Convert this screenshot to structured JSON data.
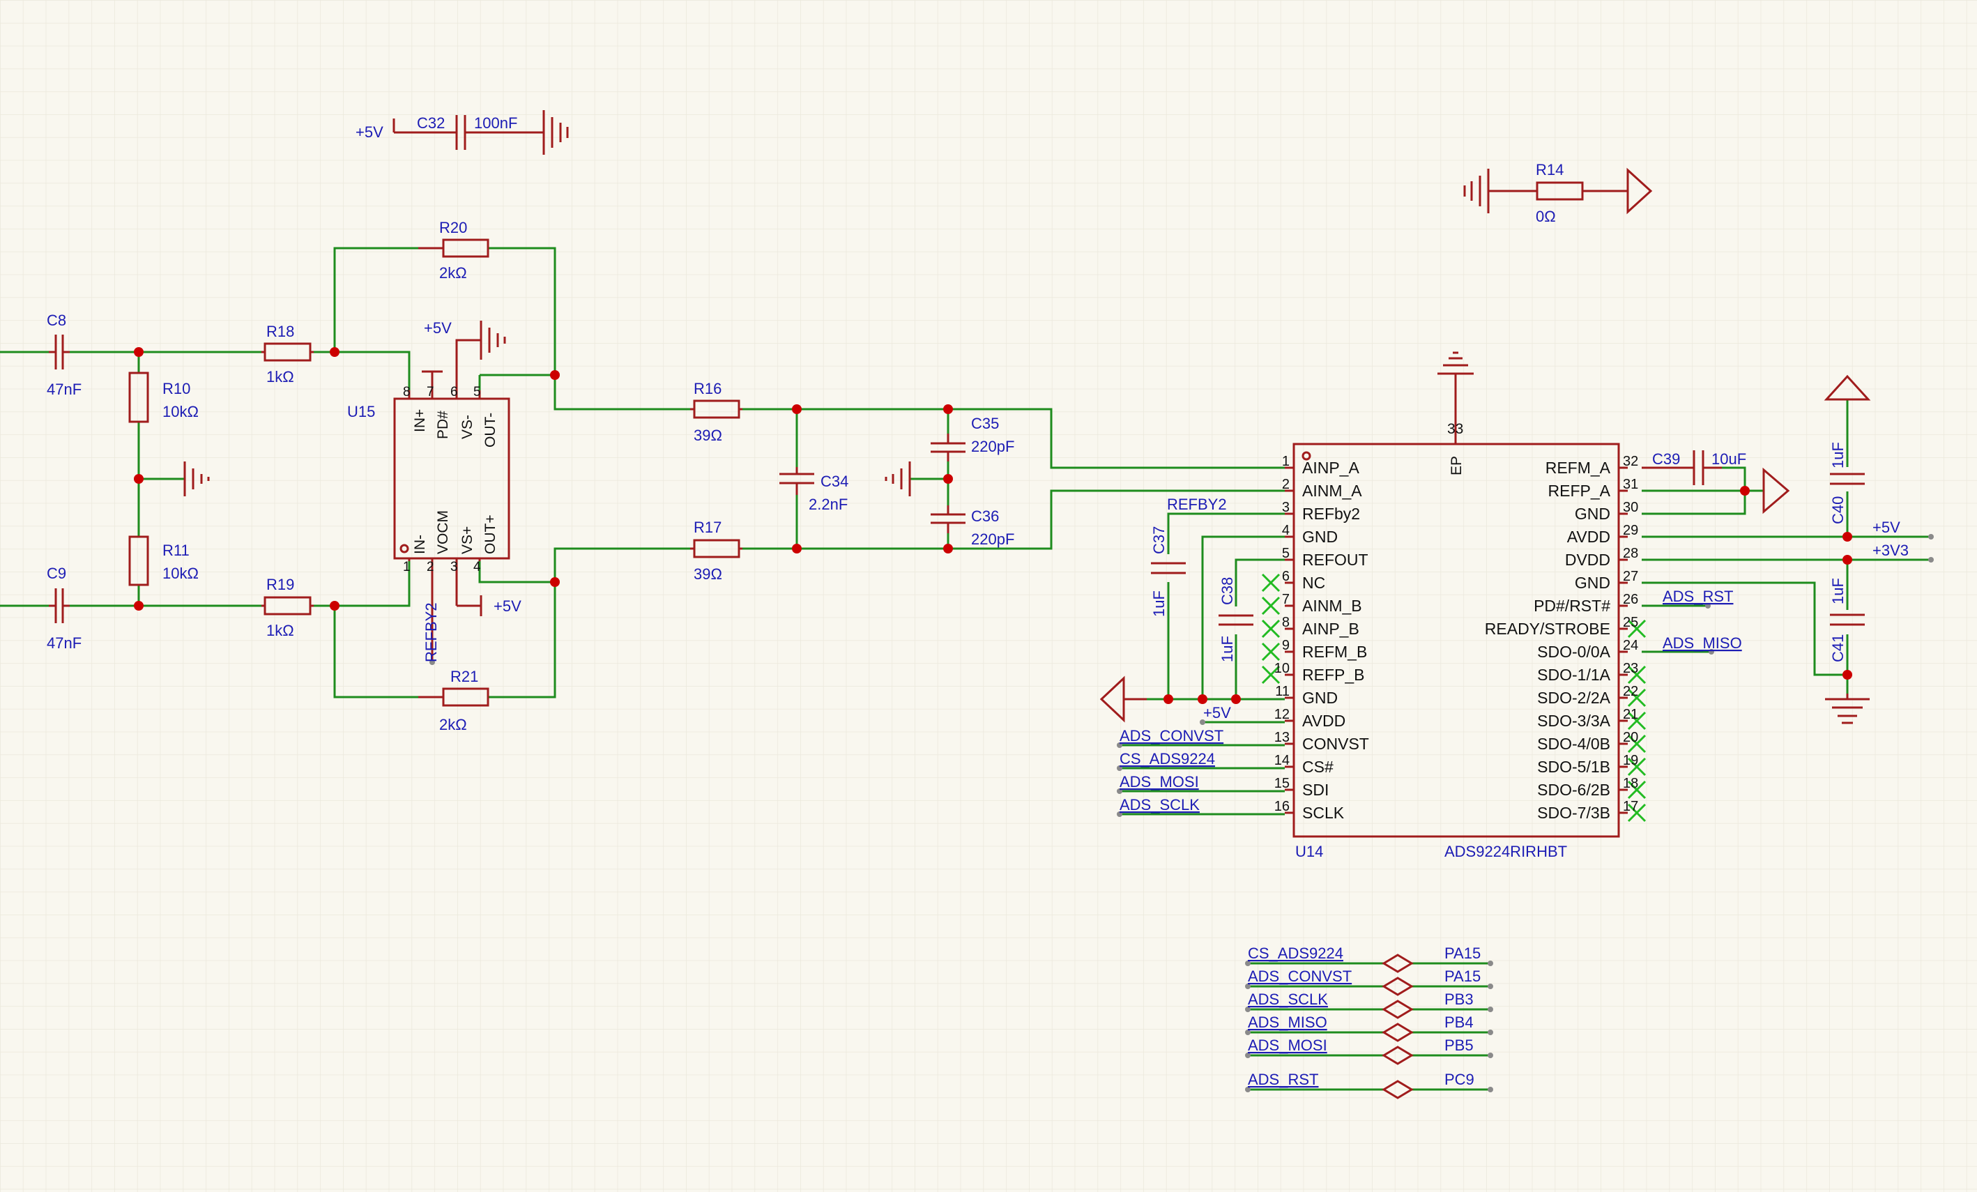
{
  "power_labels": {
    "c32_supply": "+5V",
    "u15_pin7_supply": "+5V",
    "u15_pin3_supply": "+5V",
    "u14_avdd_supply": "+5V",
    "rail_5v": "+5V",
    "rail_3v3": "+3V3"
  },
  "components": {
    "C8": {
      "ref": "C8",
      "value": "47nF"
    },
    "C9": {
      "ref": "C9",
      "value": "47nF"
    },
    "R10": {
      "ref": "R10",
      "value": "10kΩ"
    },
    "R11": {
      "ref": "R11",
      "value": "10kΩ"
    },
    "R18": {
      "ref": "R18",
      "value": "1kΩ"
    },
    "R19": {
      "ref": "R19",
      "value": "1kΩ"
    },
    "R20": {
      "ref": "R20",
      "value": "2kΩ"
    },
    "R21": {
      "ref": "R21",
      "value": "2kΩ"
    },
    "R16": {
      "ref": "R16",
      "value": "39Ω"
    },
    "R17": {
      "ref": "R17",
      "value": "39Ω"
    },
    "C34": {
      "ref": "C34",
      "value": "2.2nF"
    },
    "C35": {
      "ref": "C35",
      "value": "220pF"
    },
    "C36": {
      "ref": "C36",
      "value": "220pF"
    },
    "C32": {
      "ref": "C32",
      "value": "100nF"
    },
    "R14": {
      "ref": "R14",
      "value": "0Ω"
    },
    "C37": {
      "ref": "C37",
      "value": "1uF"
    },
    "C38": {
      "ref": "C38",
      "value": "1uF"
    },
    "C39": {
      "ref": "C39",
      "value": "10uF"
    },
    "C40": {
      "ref": "C40",
      "value": "1uF"
    },
    "C41": {
      "ref": "C41",
      "value": "1uF"
    }
  },
  "u15": {
    "ref": "U15",
    "pins_top": [
      {
        "num": "8",
        "name": "IN+"
      },
      {
        "num": "7",
        "name": "PD#"
      },
      {
        "num": "6",
        "name": "VS-"
      },
      {
        "num": "5",
        "name": "OUT-"
      }
    ],
    "pins_bottom": [
      {
        "num": "1",
        "name": "IN-"
      },
      {
        "num": "2",
        "name": "VOCM"
      },
      {
        "num": "3",
        "name": "VS+"
      },
      {
        "num": "4",
        "name": "OUT+"
      }
    ]
  },
  "u14": {
    "ref": "U14",
    "part": "ADS9224RIRHBT",
    "ep_num": "33",
    "ep_name": "EP",
    "left_pins": [
      {
        "num": "1",
        "name": "AINP_A"
      },
      {
        "num": "2",
        "name": "AINM_A"
      },
      {
        "num": "3",
        "name": "REFby2"
      },
      {
        "num": "4",
        "name": "GND"
      },
      {
        "num": "5",
        "name": "REFOUT"
      },
      {
        "num": "6",
        "name": "NC"
      },
      {
        "num": "7",
        "name": "AINM_B"
      },
      {
        "num": "8",
        "name": "AINP_B"
      },
      {
        "num": "9",
        "name": "REFM_B"
      },
      {
        "num": "10",
        "name": "REFP_B"
      },
      {
        "num": "11",
        "name": "GND"
      },
      {
        "num": "12",
        "name": "AVDD"
      },
      {
        "num": "13",
        "name": "CONVST"
      },
      {
        "num": "14",
        "name": "CS#"
      },
      {
        "num": "15",
        "name": "SDI"
      },
      {
        "num": "16",
        "name": "SCLK"
      }
    ],
    "right_pins": [
      {
        "num": "32",
        "name": "REFM_A"
      },
      {
        "num": "31",
        "name": "REFP_A"
      },
      {
        "num": "30",
        "name": "GND"
      },
      {
        "num": "29",
        "name": "AVDD"
      },
      {
        "num": "28",
        "name": "DVDD"
      },
      {
        "num": "27",
        "name": "GND"
      },
      {
        "num": "26",
        "name": "PD#/RST#"
      },
      {
        "num": "25",
        "name": "READY/STROBE"
      },
      {
        "num": "24",
        "name": "SDO-0/0A"
      },
      {
        "num": "23",
        "name": "SDO-1/1A"
      },
      {
        "num": "22",
        "name": "SDO-2/2A"
      },
      {
        "num": "21",
        "name": "SDO-3/3A"
      },
      {
        "num": "20",
        "name": "SDO-4/0B"
      },
      {
        "num": "19",
        "name": "SDO-5/1B"
      },
      {
        "num": "18",
        "name": "SDO-6/2B"
      },
      {
        "num": "17",
        "name": "SDO-7/3B"
      }
    ]
  },
  "net_labels": {
    "refby2_vertical": "REFBY2",
    "refby2_wire": "REFBY2",
    "ads_convst": "ADS_CONVST",
    "cs_ads9224": "CS_ADS9224",
    "ads_mosi": "ADS_MOSI",
    "ads_sclk": "ADS_SCLK",
    "ads_rst": "ADS_RST",
    "ads_miso": "ADS_MISO"
  },
  "port_map": [
    {
      "net": "CS_ADS9224",
      "port": "PA15"
    },
    {
      "net": "ADS_CONVST",
      "port": "PA15"
    },
    {
      "net": "ADS_SCLK",
      "port": "PB3"
    },
    {
      "net": "ADS_MISO",
      "port": "PB4"
    },
    {
      "net": "ADS_MOSI",
      "port": "PB5"
    },
    {
      "net": "ADS_RST",
      "port": "PC9"
    }
  ],
  "colors": {
    "background": "#f9f7ef",
    "grid": "#ebe8dc",
    "component": "#a01c1c",
    "wire": "#1e8c1e",
    "text": "#1c1cb4",
    "pin_text": "#111111",
    "junction": "#cc0000",
    "no_connect": "#22bb22"
  }
}
